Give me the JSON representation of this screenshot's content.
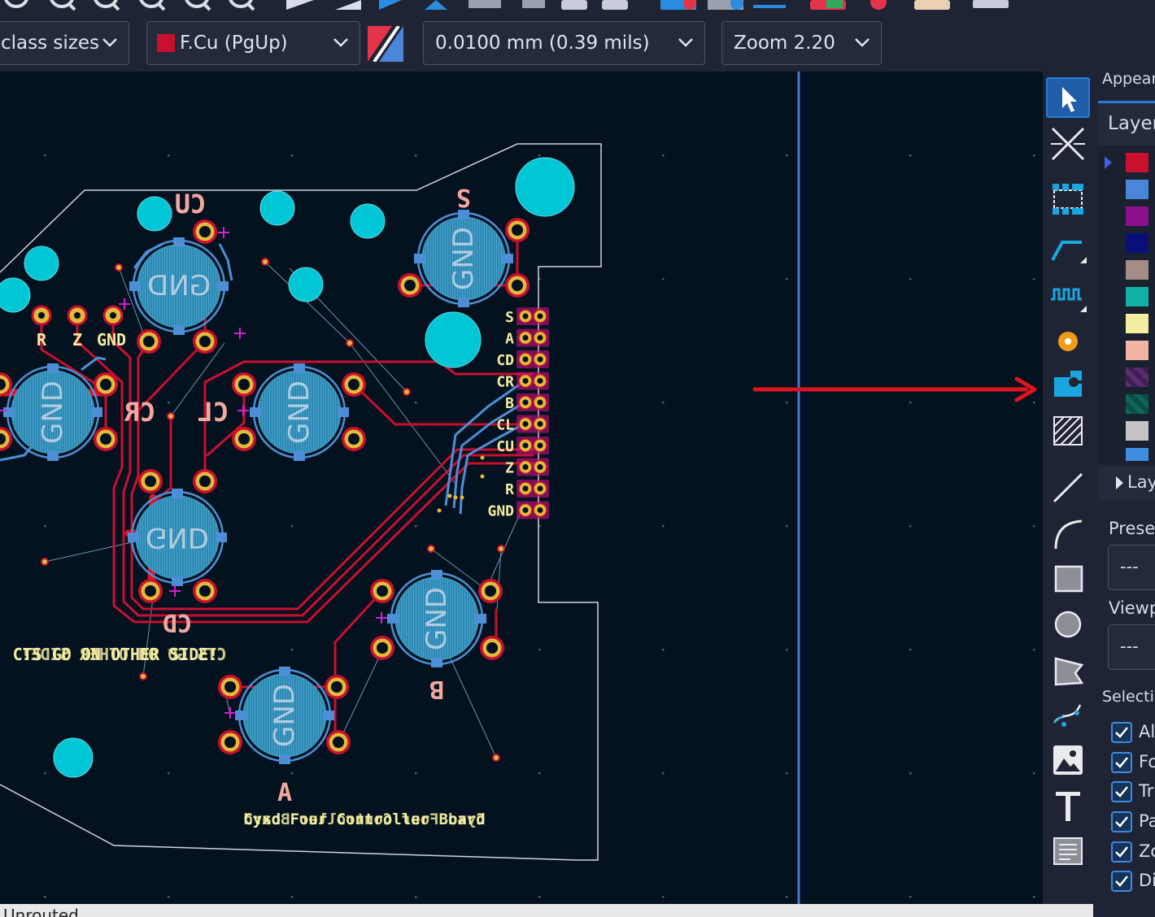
{
  "toolbar_top": {
    "netclass_dropdown": "class sizes",
    "layer_dropdown": "F.Cu (PgUp)",
    "layer_color": "#c8102e",
    "grid_dropdown": "0.0100 mm (0.39 mils)",
    "zoom_dropdown": "Zoom 2.20"
  },
  "board": {
    "component_labels": [
      "CU",
      "S",
      "CR",
      "CL",
      "CD",
      "B",
      "A"
    ],
    "connector_pins": [
      "S",
      "A",
      "CD",
      "CR",
      "B",
      "CL",
      "CU",
      "Z",
      "R",
      "GND"
    ],
    "small_header_labels": [
      "R",
      "Z",
      "GND"
    ],
    "button_center_labels": [
      "GND",
      "GND",
      "GND",
      "GND",
      "GND",
      "GND",
      "GND"
    ],
    "text_back_note": "CTS GO ON OTHER SIDE!",
    "text_back_title": "Cyxd Four Controller Board",
    "copper_color": "#c8102e",
    "back_copper_color": "#4d8fd6",
    "pad_color": "#e2b93b",
    "hole_color": "#00c6d6"
  },
  "right_toolbar": {
    "tools": [
      "select-tool",
      "local-ratsnest-tool",
      "add-footprint-tool",
      "route-track-tool",
      "tune-length-tool",
      "add-via-tool",
      "add-zone-tool",
      "add-rule-area-tool",
      "draw-line-tool",
      "draw-arc-tool",
      "draw-rectangle-tool",
      "draw-circle-tool",
      "draw-polygon-tool",
      "draw-bezier-tool",
      "add-image-tool",
      "add-text-tool",
      "add-textbox-tool"
    ]
  },
  "appearance_panel": {
    "title": "Appear",
    "layers_tab": "Layer",
    "layer_colors": [
      "#c8102e",
      "#4a86d8",
      "#8b0e8a",
      "#0a0f7a",
      "#a38d86",
      "#13b0a8",
      "#f2eda0",
      "#f2b5a5",
      "#5a2d6e",
      "#0f6658",
      "#c4c4c4",
      "#3f8de0"
    ],
    "layer_display_options": "Lay",
    "presets_label": "Prese",
    "presets_value": "---",
    "viewports_label": "Viewp",
    "viewports_value": "---",
    "selection_filter_label": "Selectio",
    "filter_items": [
      "Al",
      "Fo",
      "Tr",
      "Pa",
      "Zo",
      "Di"
    ]
  },
  "status_bar": {
    "text": "Unrouted"
  }
}
